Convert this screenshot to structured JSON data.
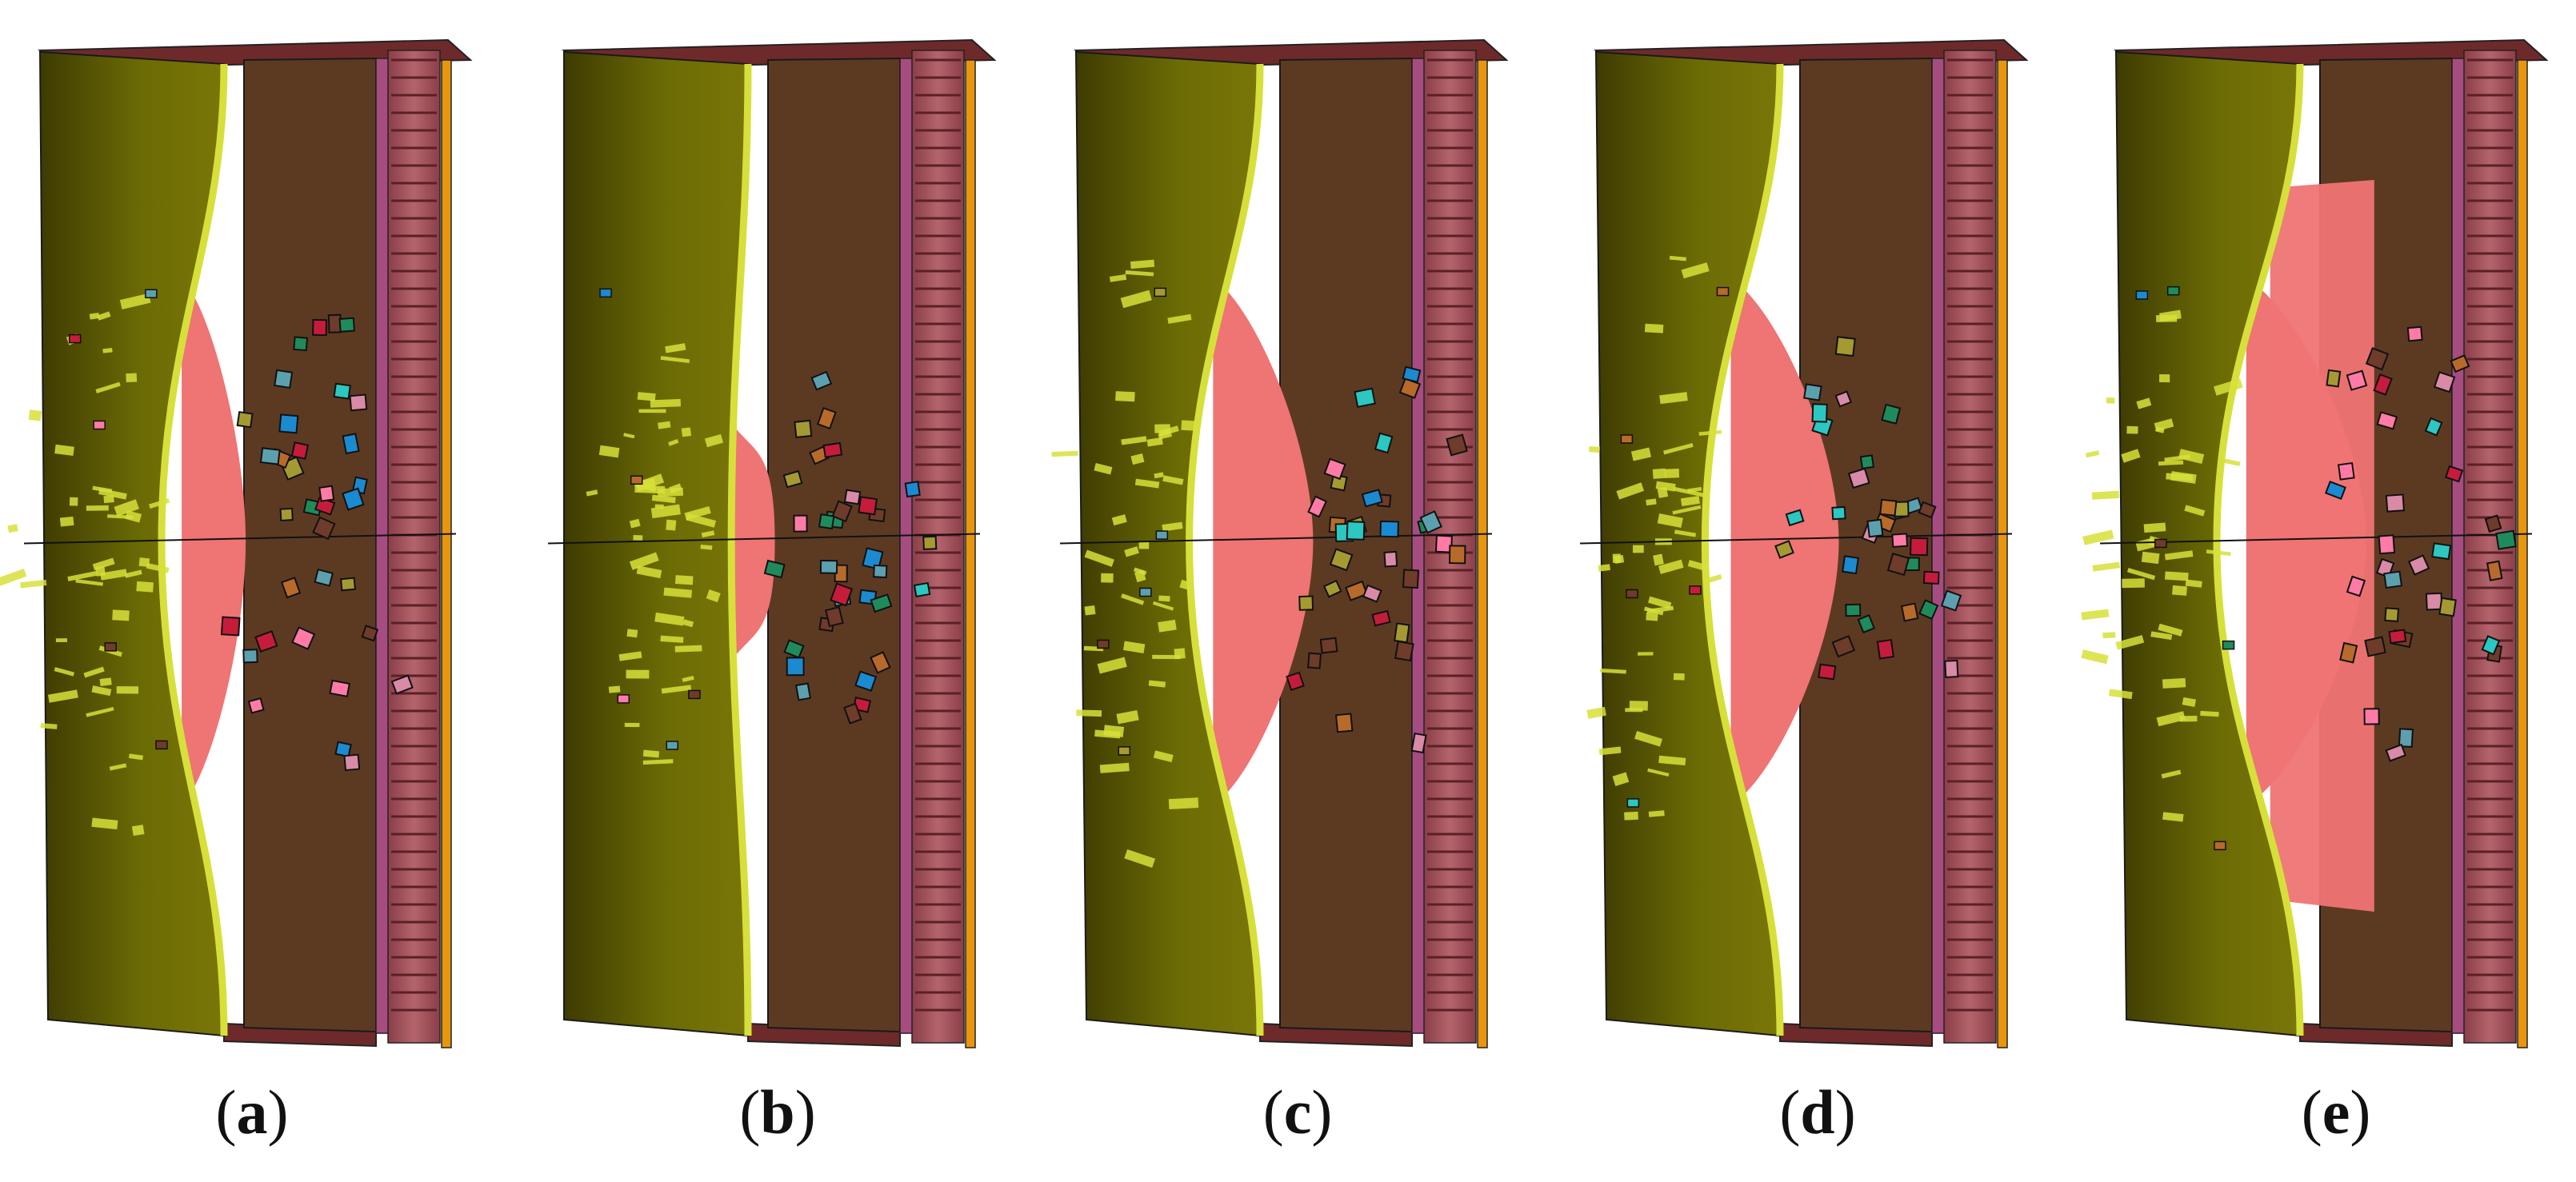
{
  "figure": {
    "panels": [
      {
        "id": "a",
        "label": "a"
      },
      {
        "id": "b",
        "label": "b"
      },
      {
        "id": "c",
        "label": "c"
      },
      {
        "id": "d",
        "label": "d"
      },
      {
        "id": "e",
        "label": "e"
      }
    ]
  },
  "colors": {
    "front_plate": "#6b6b05",
    "front_plate_dark": "#3e3b02",
    "interior": "#5c3a22",
    "exposed_core": "#ef7474",
    "top_edge": "#6e2a2a",
    "fragment_yellow": "#d7e03a",
    "honeycomb": "#b4646c",
    "honeycomb_cell": "#8a3e47",
    "back_plate": "#e8960c",
    "magenta_layer": "#a64c80",
    "debris_palette": [
      "#c61c3b",
      "#1f8b5c",
      "#1b8ad0",
      "#2cc7c1",
      "#d98aa7",
      "#a59a32",
      "#ff7ba6",
      "#6f3b2a",
      "#b86a2b",
      "#5ca0b0"
    ]
  }
}
